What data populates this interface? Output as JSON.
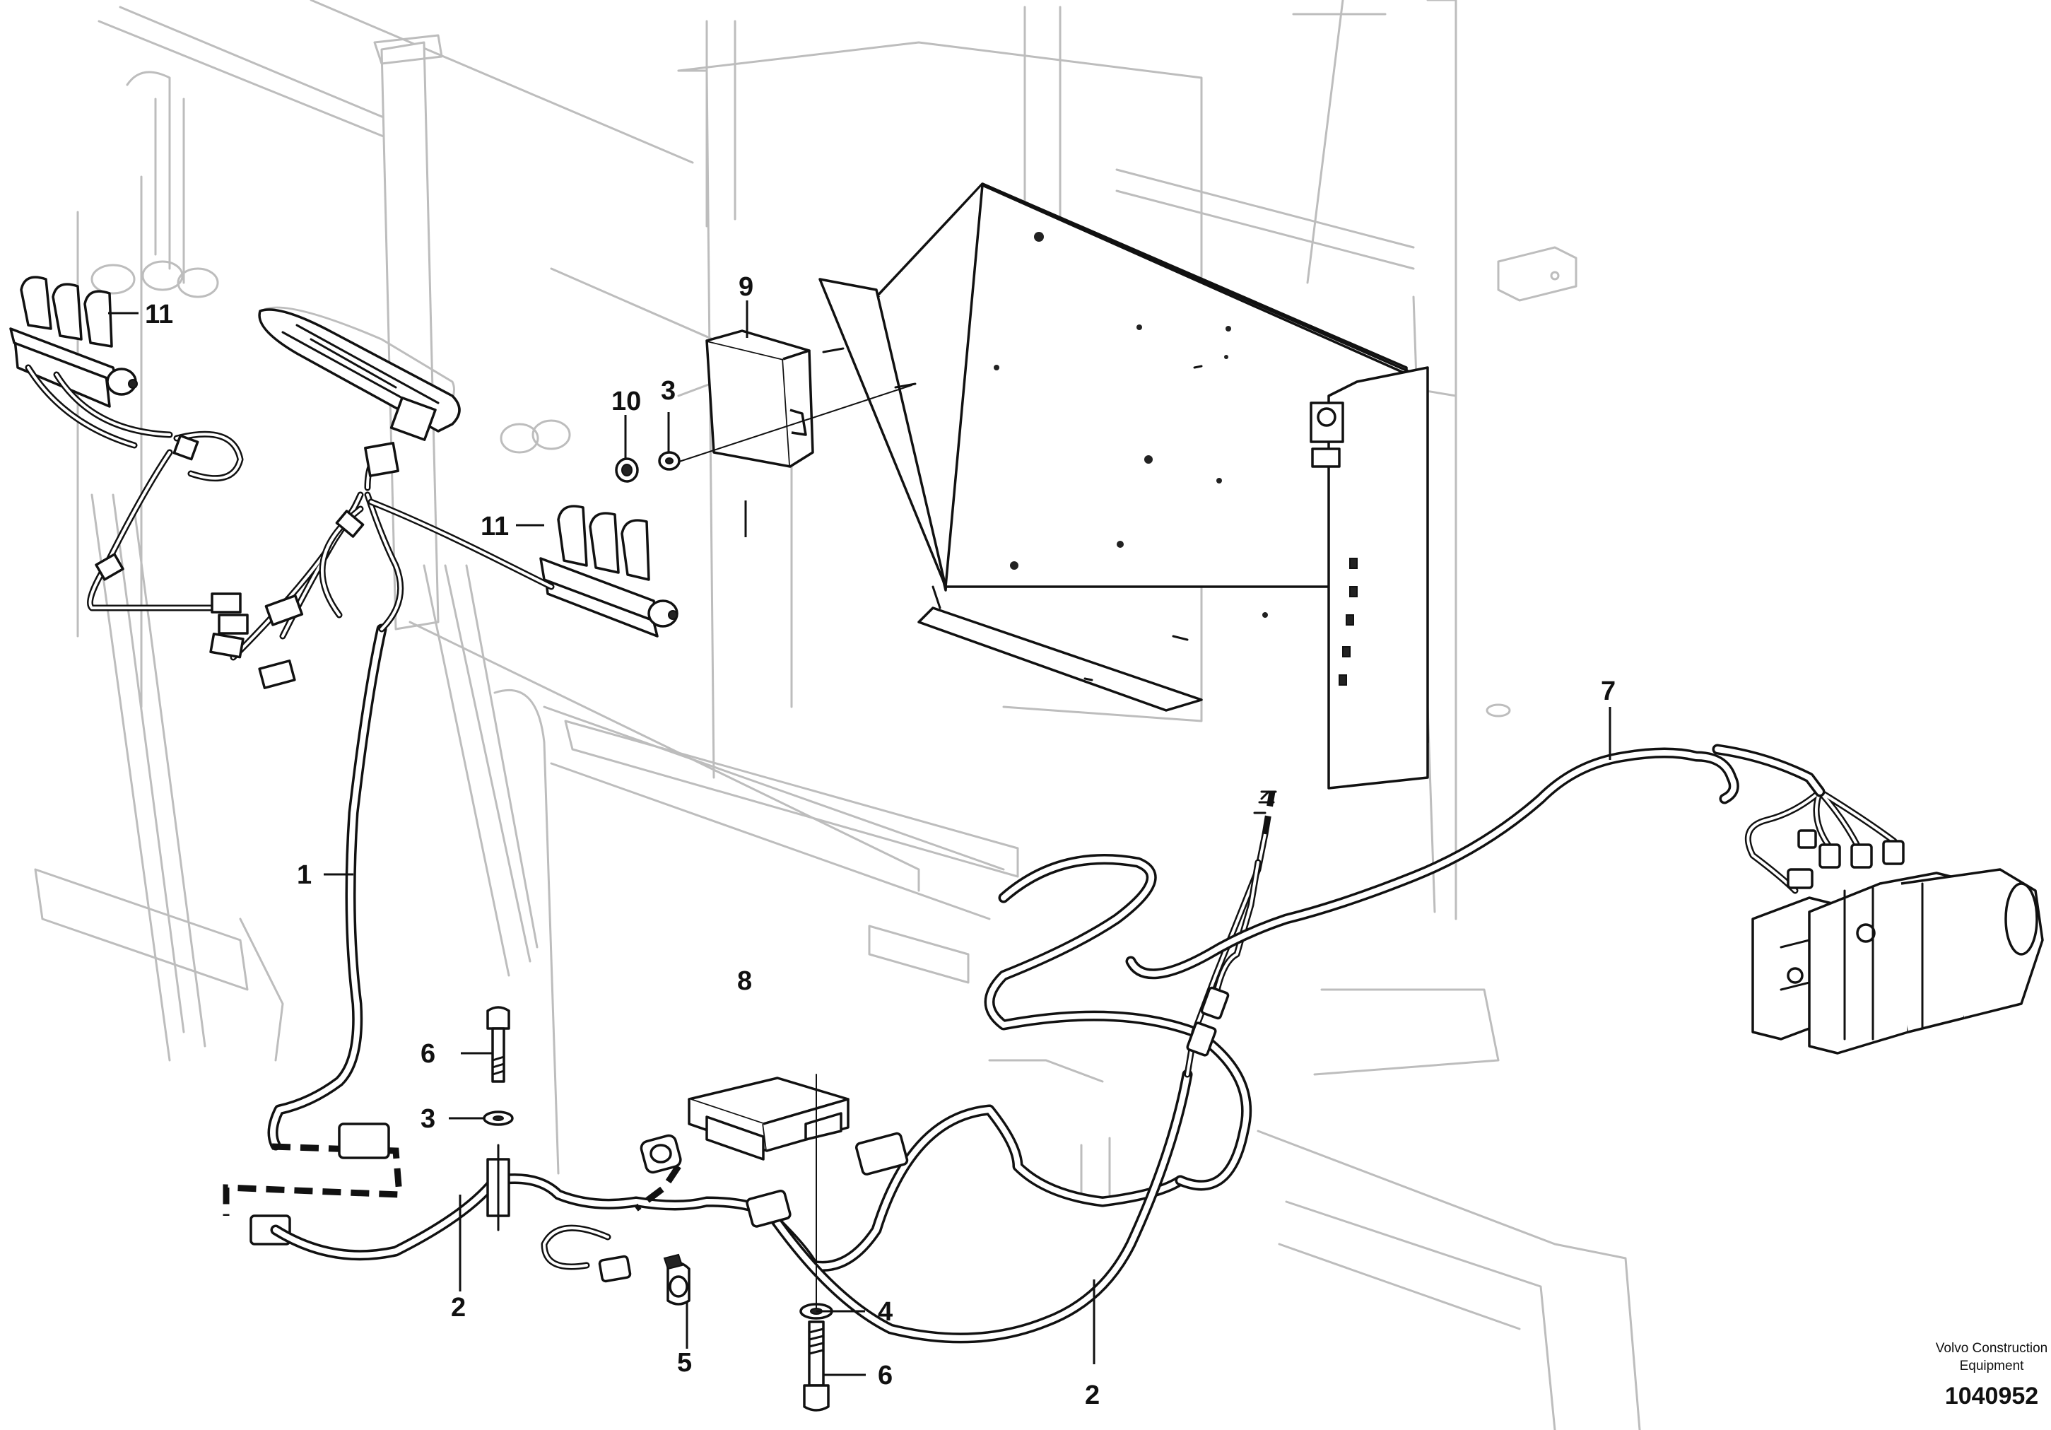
{
  "figure": {
    "callouts": {
      "c1": "1",
      "c2a": "2",
      "c2b": "2",
      "c3a": "3",
      "c3b": "3",
      "c4": "4",
      "c5": "5",
      "c6a": "6",
      "c6b": "6",
      "c7": "7",
      "c8": "8",
      "c9": "9",
      "c10": "10",
      "c11a": "11",
      "c11b": "11"
    },
    "footer": {
      "brand_line1": "Volvo Construction",
      "brand_line2": "Equipment",
      "drawing_number": "1040952"
    }
  }
}
